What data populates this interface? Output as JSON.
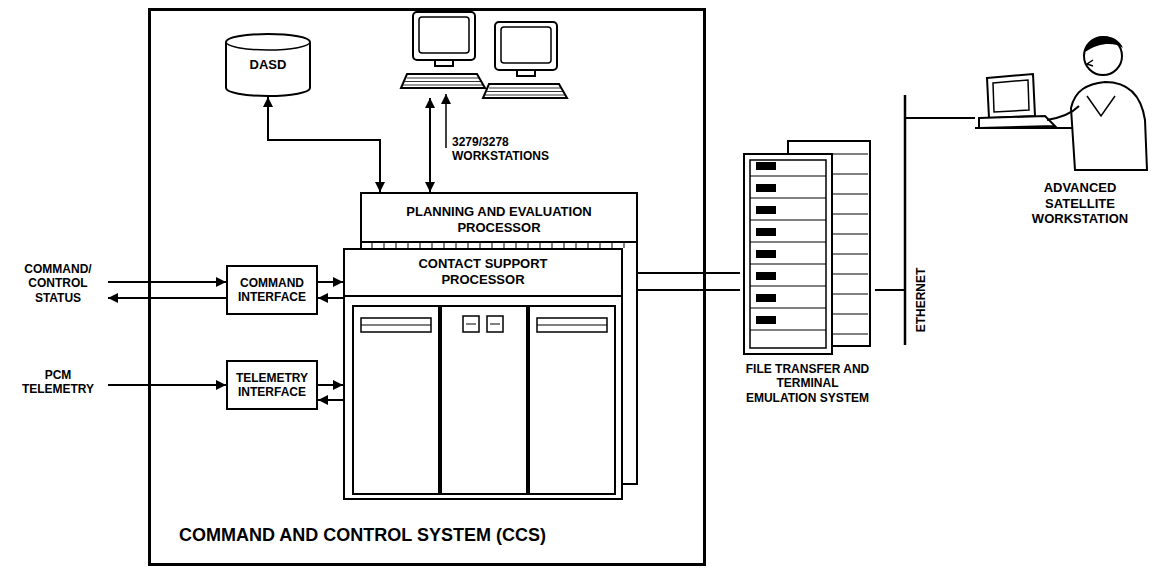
{
  "diagram": {
    "nodes": [
      {
        "text": [
          "COMMAND AND CONTROL SYSTEM (CCS)"
        ]
      },
      {
        "text": [
          "DASD"
        ],
        "in": 0
      },
      {
        "text": [
          "3279/3278 WORKSTATIONS"
        ],
        "in": 0
      },
      {
        "text": [
          "PLANNING AND EVALUATION PROCESSOR"
        ],
        "in": 0
      },
      {
        "text": [
          "CONTACT SUPPORT PROCESSOR"
        ],
        "in": 0
      },
      {
        "text": [
          "COMMAND INTERFACE"
        ],
        "in": 0
      },
      {
        "text": [
          "TELEMETRY INTERFACE"
        ],
        "in": 0
      },
      {
        "text": [
          "FILE TRANSFER AND TERMINAL EMULATION SYSTEM"
        ]
      },
      {
        "text": [
          "ADVANCED SATELLITE WORKSTATION"
        ]
      }
    ],
    "edges": [
      {
        "from": 1,
        "to": 3,
        "arrow": "both"
      },
      {
        "from": 2,
        "to": 3,
        "arrow": "both"
      },
      {
        "from": 5,
        "to": 4,
        "arrow": "to"
      },
      {
        "from": 4,
        "to": 5,
        "arrow": "to"
      },
      {
        "from": 6,
        "to": 4,
        "arrow": "to"
      },
      {
        "from": 4,
        "to": 6,
        "arrow": "to"
      },
      {
        "from": 3,
        "to": 7,
        "arrow": "none"
      },
      {
        "from": 3,
        "to": 7,
        "arrow": "none"
      },
      {
        "from": 7,
        "to": 8,
        "arrow": "none"
      }
    ],
    "labels": [
      "COMMAND/ CONTROL STATUS",
      "PCM TELEMETRY",
      "ETHERNET"
    ]
  }
}
